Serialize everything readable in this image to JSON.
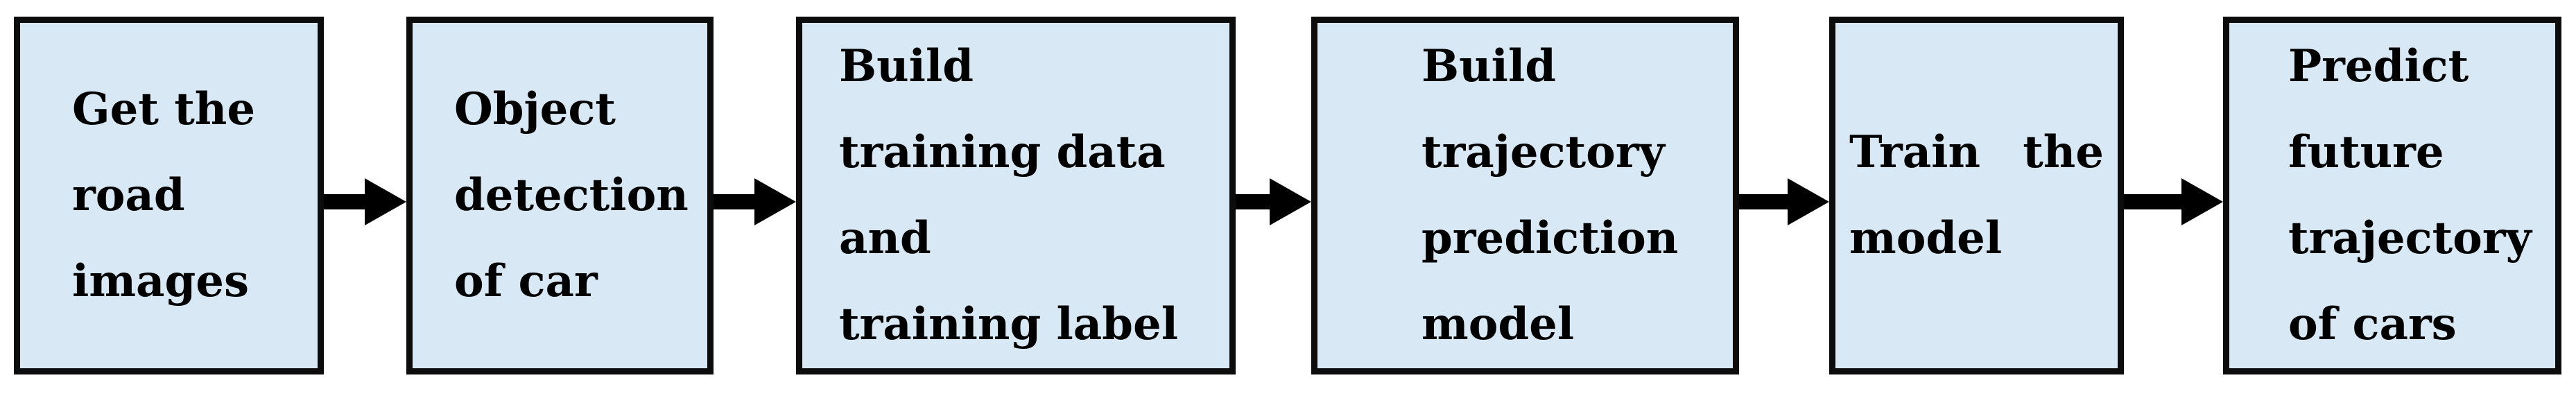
{
  "flowchart": {
    "colors": {
      "background": "#ffffff",
      "box_fill": "#d9e8f5",
      "box_border": "#0c0c0c",
      "arrow": "#000000",
      "text": "#000000"
    },
    "boxes": [
      {
        "label": "Get the road images",
        "lines": [
          "Get the",
          "road",
          "images"
        ]
      },
      {
        "label": "Object detection of car",
        "lines": [
          "Object",
          "detection",
          "of car"
        ]
      },
      {
        "label": "Build training data and training label",
        "lines": [
          "Build",
          "training data",
          "and",
          "training label"
        ]
      },
      {
        "label": "Build trajectory prediction model",
        "lines": [
          "Build",
          "trajectory",
          "prediction",
          "model"
        ]
      },
      {
        "label": "Train the model",
        "lines": [
          "Train the",
          "model"
        ]
      },
      {
        "label": "Predict future trajectory of cars",
        "lines": [
          "Predict",
          "future",
          "trajectory",
          "of cars"
        ]
      }
    ],
    "connectors": [
      {
        "icon": "arrow-right-icon"
      },
      {
        "icon": "arrow-right-icon"
      },
      {
        "icon": "arrow-right-icon"
      },
      {
        "icon": "arrow-right-icon"
      },
      {
        "icon": "arrow-right-icon"
      }
    ]
  }
}
